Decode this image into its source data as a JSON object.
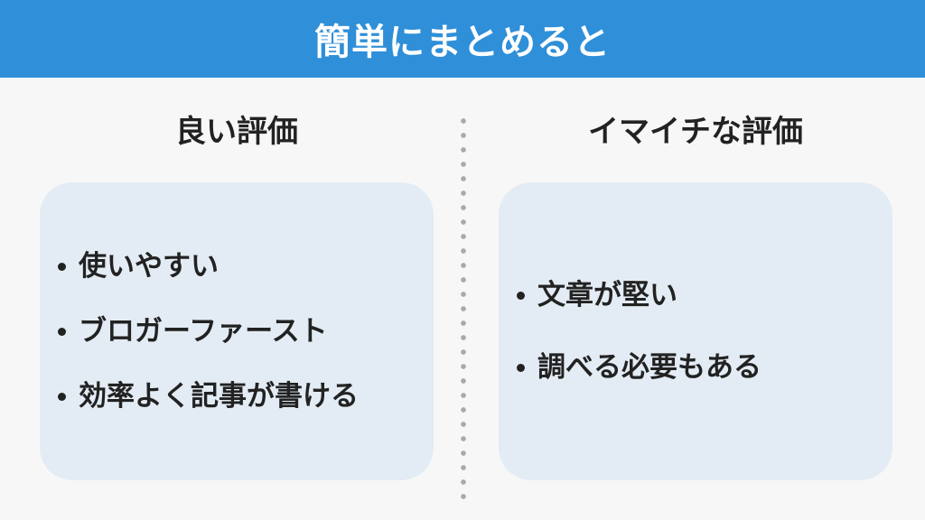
{
  "header": {
    "title": "簡単にまとめると"
  },
  "columns": {
    "good": {
      "heading": "良い評価",
      "items": [
        "使いやすい",
        "ブロガーファースト",
        "効率よく記事が書ける"
      ]
    },
    "bad": {
      "heading": "イマイチな評価",
      "items": [
        "文章が堅い",
        "調べる必要もある"
      ]
    }
  },
  "colors": {
    "header_bg": "#2f8fd8",
    "card_bg": "#e3ecf4",
    "page_bg": "#f7f7f7",
    "text": "#222222"
  }
}
